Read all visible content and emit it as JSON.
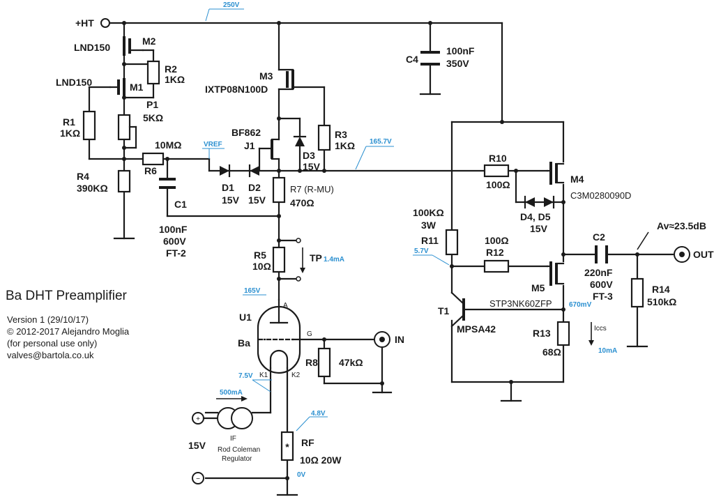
{
  "title": "Ba DHT Preamplifier",
  "info": {
    "version": "Version 1 (29/10/17)",
    "copyright": "© 2012-2017 Alejandro Moglia",
    "usage": "(for personal use only)",
    "email": "valves@bartola.co.uk"
  },
  "nodes": {
    "ht": "+HT",
    "out": "OUT",
    "in": "IN",
    "tp": "TP",
    "supply": "15V",
    "plus": "+",
    "minus": "−"
  },
  "voltages": {
    "ht": "250V",
    "vref": "VREF",
    "gate": "165.7V",
    "tail": "5.7V",
    "source": "670mV",
    "anode": "165V",
    "cathode": "7.5V",
    "rf": "4.8V",
    "ground": "0V",
    "tp_current": "1.4mA",
    "filament_current": "500mA",
    "ccs_current": "10mA"
  },
  "annotations": {
    "gain": "Av≈23.5dB",
    "iccs": "Iccs",
    "if": "IF"
  },
  "components": {
    "m2_name": "M2",
    "m2_part": "LND150",
    "m1_name": "M1",
    "m1_part": "LND150",
    "r2_name": "R2",
    "r2_value": "1KΩ",
    "p1_name": "P1",
    "p1_value": "5KΩ",
    "r1_name": "R1",
    "r1_value": "1KΩ",
    "r4_name": "R4",
    "r4_value": "390KΩ",
    "r6_name": "R6",
    "r6_value": "10MΩ",
    "c1_name": "C1",
    "c1_value": "100nF",
    "c1_rating": "600V",
    "c1_type": "FT-2",
    "m3_name": "M3",
    "m3_part": "IXTP08N100D",
    "j1_name": "J1",
    "j1_part": "BF862",
    "d1_name": "D1",
    "d1_value": "15V",
    "d2_name": "D2",
    "d2_value": "15V",
    "d3_name": "D3",
    "d3_value": "15V",
    "r3_name": "R3",
    "r3_value": "1KΩ",
    "r7_name": "R7 (R-MU)",
    "r7_value": "470Ω",
    "r5_name": "R5",
    "r5_value": "10Ω",
    "c4_name": "C4",
    "c4_value": "100nF",
    "c4_rating": "350V",
    "r10_name": "R10",
    "r10_value": "100Ω",
    "m4_name": "M4",
    "m4_part": "C3M0280090D",
    "d45_name": "D4, D5",
    "d45_value": "15V",
    "r11_name": "R11",
    "r11_value": "100KΩ",
    "r11_rating": "3W",
    "r12_name": "R12",
    "r12_value": "100Ω",
    "m5_name": "M5",
    "m5_part": "STP3NK60ZFP",
    "t1_name": "T1",
    "t1_part": "MPSA42",
    "r13_name": "R13",
    "r13_value": "68Ω",
    "c2_name": "C2",
    "c2_value": "220nF",
    "c2_rating": "600V",
    "c2_type": "FT-3",
    "r14_name": "R14",
    "r14_value": "510kΩ",
    "u1_name": "U1",
    "u1_part": "Ba",
    "pin_a": "A",
    "pin_g": "G",
    "pin_k1": "K1",
    "pin_k2": "K2",
    "r8_name": "R8",
    "r8_value": "47kΩ",
    "rf_name": "RF",
    "rf_value": "10Ω 20W",
    "rf_mark": "*",
    "reg_line1": "Rod Coleman",
    "reg_line2": "Regulator"
  }
}
